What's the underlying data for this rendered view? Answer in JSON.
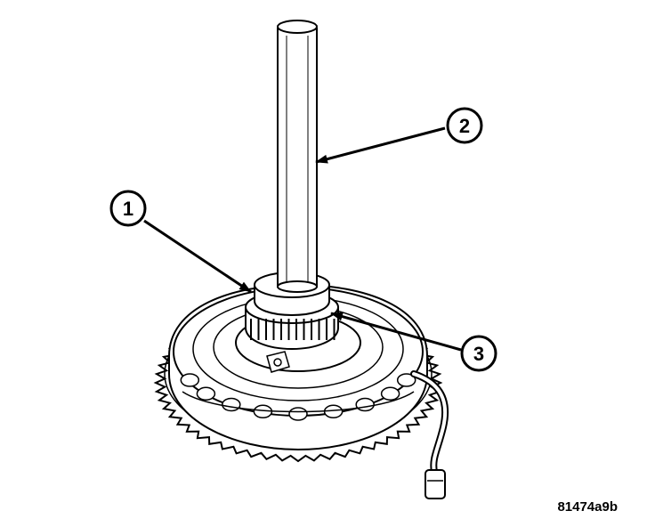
{
  "figure": {
    "id_code": "81474a9b",
    "callouts": [
      {
        "number": "1"
      },
      {
        "number": "2"
      },
      {
        "number": "3"
      }
    ],
    "line_color": "#000000",
    "background": "#ffffff"
  }
}
